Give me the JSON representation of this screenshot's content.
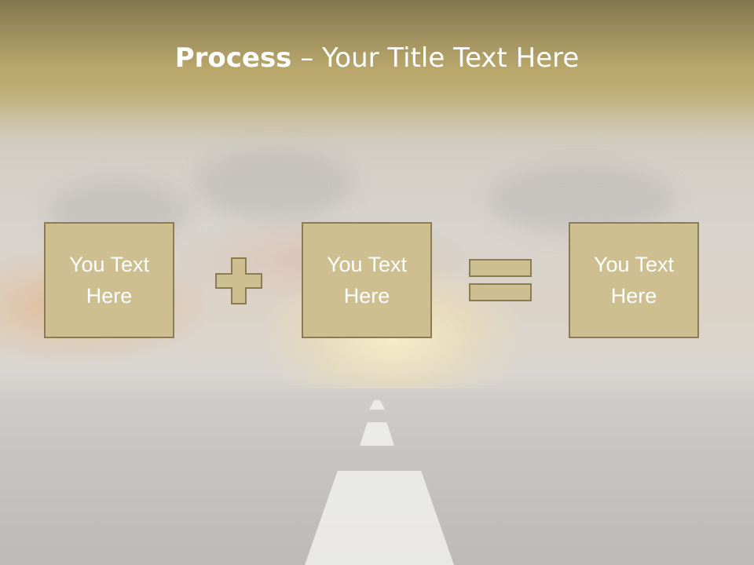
{
  "slide": {
    "title_bold": "Process",
    "title_rest": " – Your Title Text Here"
  },
  "process": {
    "boxes": [
      {
        "line1": "You Text",
        "line2": "Here"
      },
      {
        "line1": "You Text",
        "line2": "Here"
      },
      {
        "line1": "You Text",
        "line2": "Here"
      }
    ],
    "operators": [
      "plus-icon",
      "equals-icon"
    ]
  },
  "colors": {
    "box_fill": "#cdbf8f",
    "box_border": "#8a7c55",
    "title_band": "#b8a66e",
    "text": "#ffffff"
  }
}
